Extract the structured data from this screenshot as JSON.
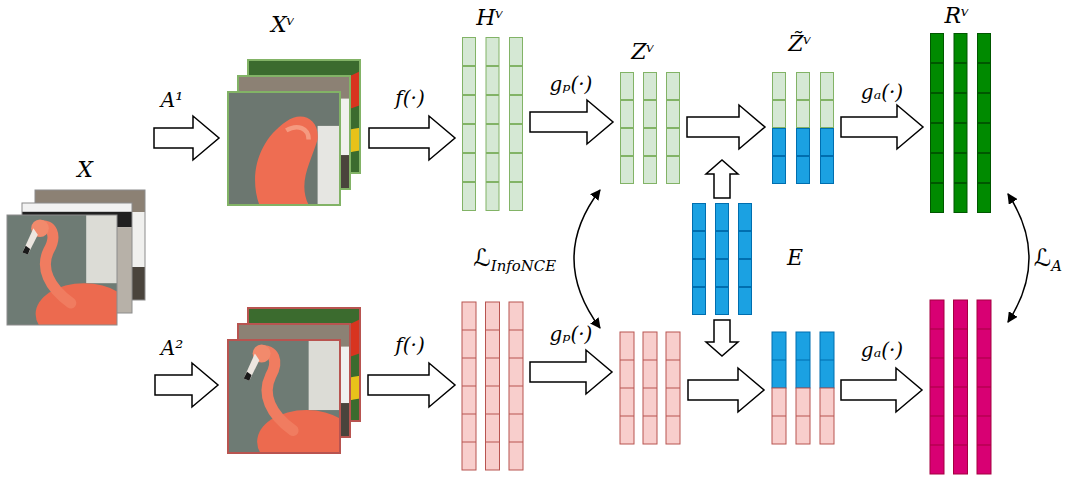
{
  "diagram": {
    "nodes": [
      {
        "text": [
          "X"
        ]
      },
      {
        "text": [
          "Xᵛ"
        ]
      },
      {
        "text": [
          "Hᵛ"
        ]
      },
      {
        "text": [
          "Zᵛ"
        ]
      },
      {
        "text": [
          "Z̃ᵛ"
        ]
      },
      {
        "text": [
          "E"
        ]
      },
      {
        "text": [
          "Rᵛ"
        ]
      }
    ],
    "edges": [
      {
        "from": 0,
        "to": 1,
        "arrow": "to",
        "label": "A¹"
      },
      {
        "from": 1,
        "to": 2,
        "arrow": "to",
        "label": "f(·)"
      },
      {
        "from": 2,
        "to": 3,
        "arrow": "to",
        "label": "gₚ(·)"
      },
      {
        "from": 3,
        "to": 4,
        "arrow": "to"
      },
      {
        "from": 4,
        "to": 6,
        "arrow": "to",
        "label": "gₐ(·)"
      }
    ],
    "labels": [
      "A²",
      "f(·)",
      "gₚ(·)",
      "ℒInfoNCE",
      "gₐ(·)",
      "ℒA"
    ]
  }
}
